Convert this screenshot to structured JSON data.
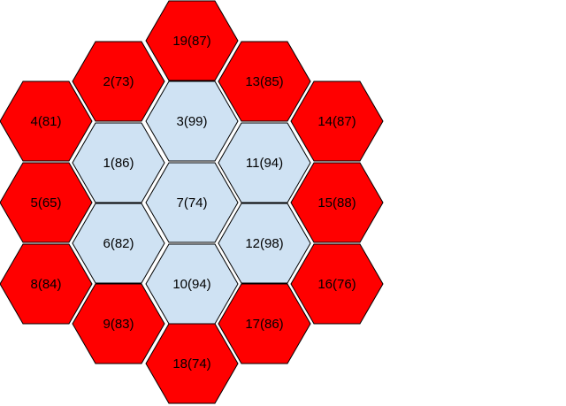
{
  "colors": {
    "outer_ring": "#ff0000",
    "inner_ring": "#cfe2f3",
    "stroke": "#000000",
    "background": "#ffffff"
  },
  "cells": [
    {
      "label": "19(87)",
      "ring": "outer"
    },
    {
      "label": "2(73)",
      "ring": "outer"
    },
    {
      "label": "13(85)",
      "ring": "outer"
    },
    {
      "label": "4(81)",
      "ring": "outer"
    },
    {
      "label": "3(99)",
      "ring": "inner"
    },
    {
      "label": "14(87)",
      "ring": "outer"
    },
    {
      "label": "1(86)",
      "ring": "inner"
    },
    {
      "label": "11(94)",
      "ring": "inner"
    },
    {
      "label": "5(65)",
      "ring": "outer"
    },
    {
      "label": "7(74)",
      "ring": "center"
    },
    {
      "label": "15(88)",
      "ring": "outer"
    },
    {
      "label": "6(82)",
      "ring": "inner"
    },
    {
      "label": "12(98)",
      "ring": "inner"
    },
    {
      "label": "8(84)",
      "ring": "outer"
    },
    {
      "label": "10(94)",
      "ring": "inner"
    },
    {
      "label": "16(76)",
      "ring": "outer"
    },
    {
      "label": "9(83)",
      "ring": "outer"
    },
    {
      "label": "17(86)",
      "ring": "outer"
    },
    {
      "label": "18(74)",
      "ring": "outer"
    }
  ]
}
